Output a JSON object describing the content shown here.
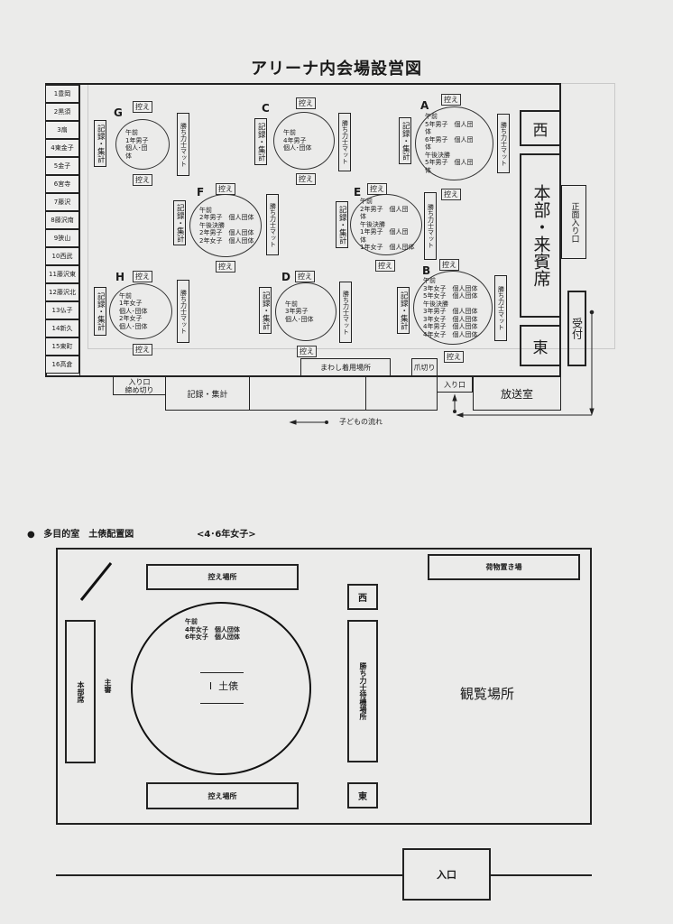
{
  "top": {
    "title": "アリーナ内会場設営図",
    "schools": [
      "1豊岡",
      "2黒須",
      "3扇",
      "4東金子",
      "5金子",
      "6宮寺",
      "7藤沢",
      "8藤沢南",
      "9狭山",
      "10西武",
      "11藤沢東",
      "12藤沢北",
      "13仏子",
      "14新久",
      "15東町",
      "16高倉"
    ],
    "common": {
      "hikae": "控え",
      "record": "記録・集計",
      "mat": "勝ち力士マット"
    },
    "rings": [
      {
        "label": "G",
        "lines": [
          "午前",
          "1年男子",
          "個人･団",
          "体"
        ]
      },
      {
        "label": "C",
        "lines": [
          "午前",
          "4年男子",
          "個人･団体"
        ]
      },
      {
        "label": "A",
        "lines": [
          "午前",
          "5年男子　個人団",
          "体",
          "6年男子　個人団",
          "体",
          "午後決勝",
          "5年男子　個人団",
          "体"
        ]
      },
      {
        "label": "F",
        "lines": [
          "午前",
          "2年男子　個人団体",
          "午後決勝",
          "2年男子　個人団体",
          "2年女子　個人団体"
        ]
      },
      {
        "label": "E",
        "lines": [
          "午前",
          "2年男子　個人団",
          "体",
          "午後決勝",
          "1年男子　個人団",
          "体",
          "1年女子　個人団体"
        ]
      },
      {
        "label": "H",
        "lines": [
          "午前",
          "1年女子",
          "個人･団体",
          "2年女子",
          "個人･団体"
        ]
      },
      {
        "label": "D",
        "lines": [
          "午前",
          "3年男子",
          "個人･団体"
        ]
      },
      {
        "label": "B",
        "lines": [
          "午前",
          "3年女子　個人団体",
          "5年女子　個人団体",
          "午後決勝",
          "3年男子　個人団体",
          "3年女子　個人団体",
          "4年男子　個人団体",
          "4年女子　個人団体"
        ]
      }
    ],
    "west": "西",
    "hq": "本部・来賓席",
    "east": "東",
    "front_entrance": "正面入り口",
    "reception": "受付",
    "mawashi": "まわし着用場所",
    "nail": "爪切り",
    "entrance": "入り口",
    "entrance_closed": [
      "入り口",
      "締め切り"
    ],
    "record_bottom": "記録・集計",
    "broadcast": "放送室",
    "flow": "子どもの流れ"
  },
  "bottom": {
    "heading": "多目的室　土俵配置図",
    "subheading": "<4･6年女子>",
    "hikae_top": "控え場所",
    "luggage": "荷物置き場",
    "hq_seat": "本部席",
    "referee": "主審",
    "ring_lines": [
      "午前",
      "4年女子　個人団体",
      "6年女子　個人団体"
    ],
    "dohyo": "I  土俵",
    "west": "西",
    "waiting": "勝ち力士待機場所",
    "east": "東",
    "hikae_bottom": "控え場所",
    "viewing": "観覧場所",
    "entrance": "入口"
  }
}
